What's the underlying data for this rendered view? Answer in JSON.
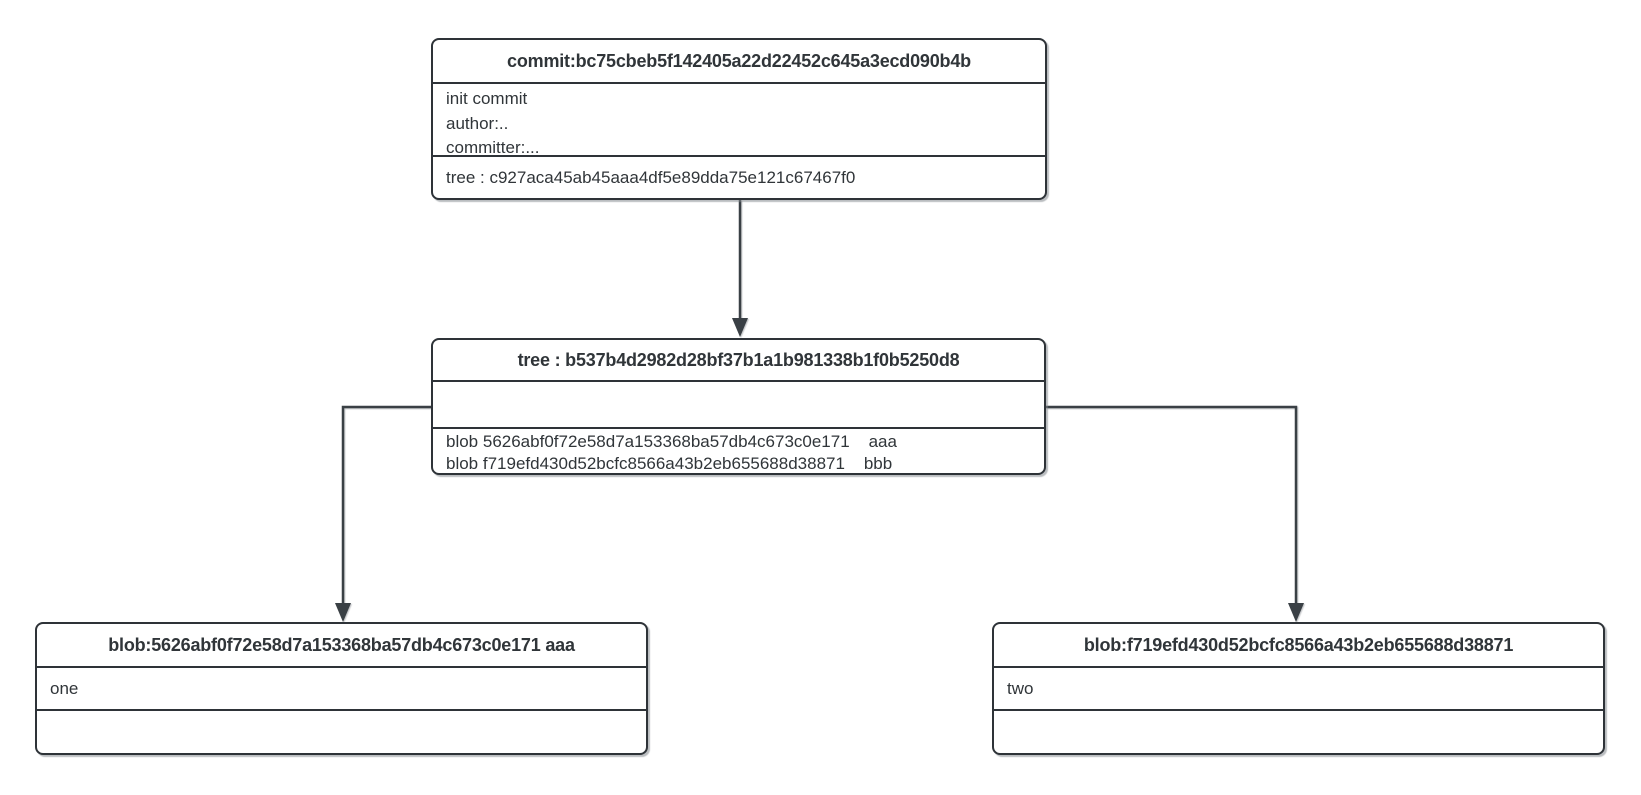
{
  "diagram": {
    "commit": {
      "title": "commit:bc75cbeb5f142405a22d22452c645a3ecd090b4b",
      "message": "init commit",
      "author": "author:..",
      "committer": "committer:...",
      "tree_ref": "tree : c927aca45ab45aaa4df5e89dda75e121c67467f0"
    },
    "tree": {
      "title": "tree : b537b4d2982d28bf37b1a1b981338b1f0b5250d8",
      "entries": [
        "blob 5626abf0f72e58d7a153368ba57db4c673c0e171    aaa",
        "blob f719efd430d52bcfc8566a43b2eb655688d38871    bbb"
      ]
    },
    "blobs": [
      {
        "title": "blob:5626abf0f72e58d7a153368ba57db4c673c0e171 aaa",
        "content": "one"
      },
      {
        "title": "blob:f719efd430d52bcfc8566a43b2eb655688d38871",
        "content": "two"
      }
    ],
    "colors": {
      "node_border": "#2e3338",
      "connector": "#3a4045",
      "text": "#303539",
      "background": "#ffffff"
    }
  }
}
